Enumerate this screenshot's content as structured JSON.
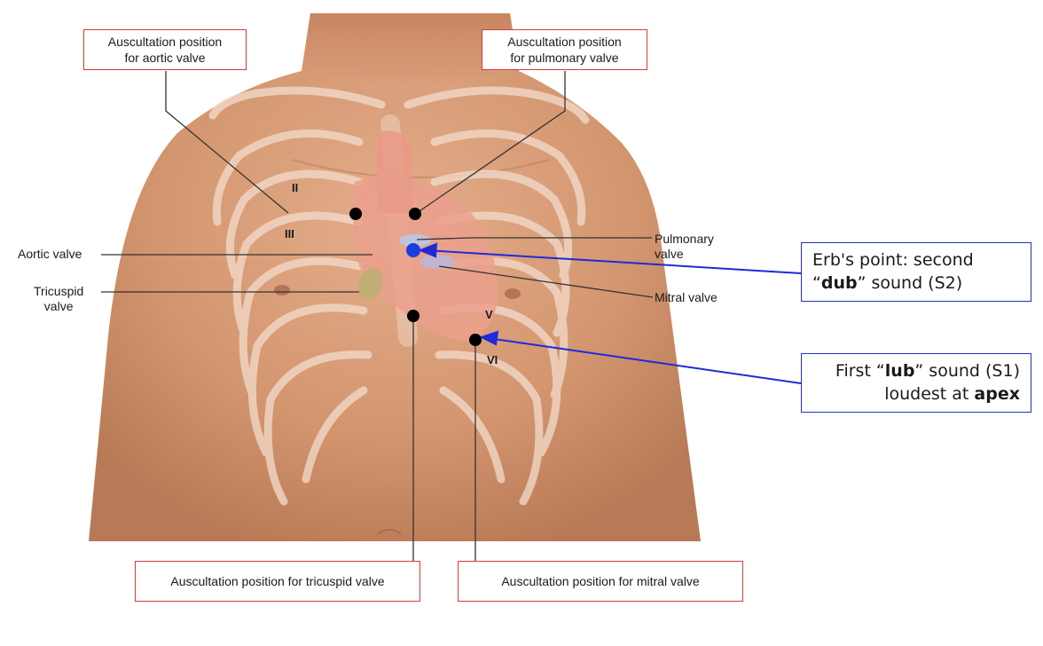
{
  "labels": {
    "aortic_position": [
      "Auscultation position",
      "for aortic valve"
    ],
    "pulmonary_position": [
      "Auscultation position",
      "for pulmonary valve"
    ],
    "tricuspid_position": "Auscultation position for tricuspid valve",
    "mitral_position": "Auscultation position for mitral valve",
    "aortic_valve": "Aortic valve",
    "tricuspid_valve": [
      "Tricuspid",
      "valve"
    ],
    "pulmonary_valve": [
      "Pulmonary",
      "valve"
    ],
    "mitral_valve": "Mitral valve",
    "ribs": {
      "ii": "II",
      "iii": "III",
      "v": "V",
      "vi": "VI"
    }
  },
  "erb": {
    "line1": "Erb's point: second",
    "q_open": "“",
    "bold": "dub",
    "q_close": "”",
    "rest": " sound (S2)"
  },
  "lub": {
    "pre": "First “",
    "bold": "lub",
    "post": "” sound (S1)",
    "line2_pre": "loudest at ",
    "line2_bold": "apex"
  },
  "colors": {
    "red_box": "#d83a3a",
    "blue_box": "#2330c8",
    "skin": "#d79a78",
    "heart": "#eaa08c"
  }
}
